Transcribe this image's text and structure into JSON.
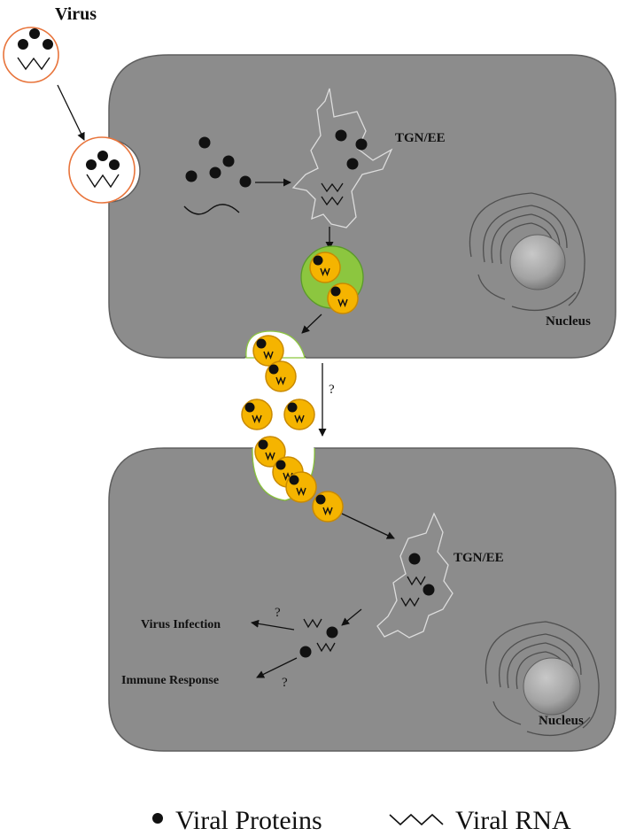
{
  "labels": {
    "virus": "Virus",
    "tgn_top": "TGN/EE",
    "tgn_bottom": "TGN/EE",
    "nucleus_top": "Nucleus",
    "nucleus_bottom": "Nucleus",
    "question_transfer": "?",
    "virus_infection": "Virus Infection",
    "immune_response": "Immune Response",
    "question_infection": "?",
    "question_immune": "?"
  },
  "legend": {
    "proteins": "Viral Proteins",
    "rna": "Viral RNA"
  },
  "colors": {
    "cell": "#8c8c8c",
    "cell_stroke": "#5f5f5f",
    "virus_ring": "#e8743b",
    "exosome_fill": "#f5b400",
    "exosome_stroke": "#c98a00",
    "mvb_fill": "#8cc63f",
    "mvb_stroke": "#5a9a2a"
  }
}
